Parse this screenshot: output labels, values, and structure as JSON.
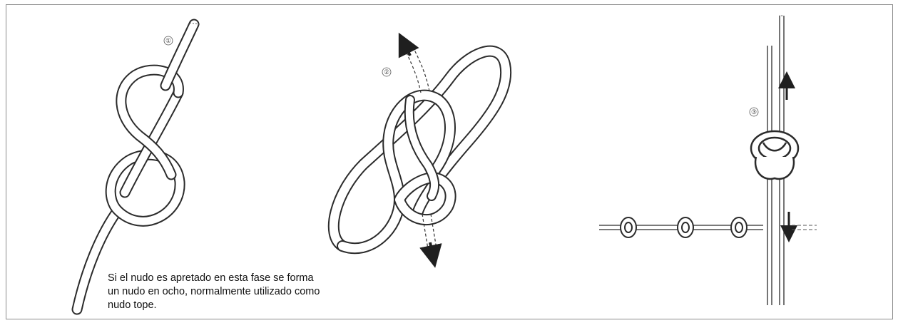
{
  "steps": [
    {
      "number": "①"
    },
    {
      "number": "②"
    },
    {
      "number": "③"
    }
  ],
  "caption": {
    "line1": "Si el nudo es apretado en esta fase se forma",
    "line2": "un nudo en ocho, normalmente utilizado como",
    "line3": "nudo tope."
  },
  "colors": {
    "rope_outline": "#2b2b2b",
    "rope_fill": "#ffffff",
    "arrow": "#1f1f1f",
    "frame_border": "#8c8c8c"
  }
}
